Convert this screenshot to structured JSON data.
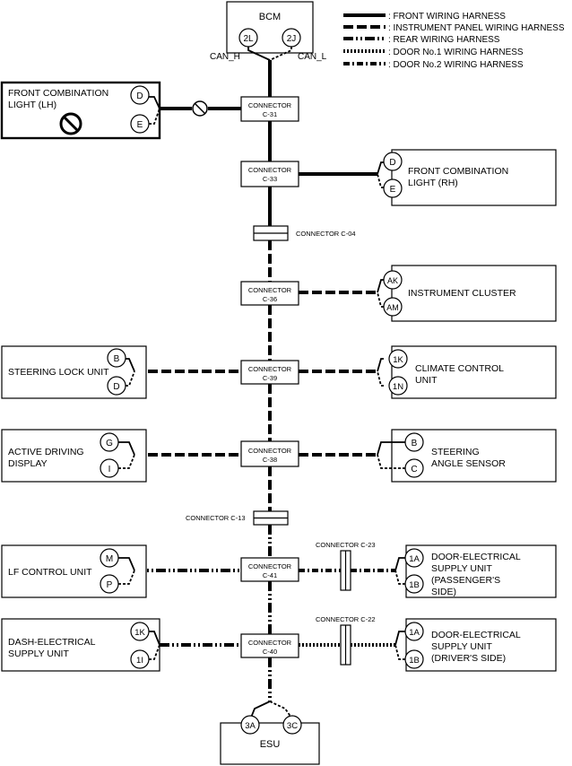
{
  "bcm": {
    "label": "BCM",
    "pin_h": "2L",
    "pin_l": "2J",
    "can_h": "CAN_H",
    "can_l": "CAN_L"
  },
  "legend": [
    ": FRONT WIRING HARNESS",
    ": INSTRUMENT PANEL WIRING HARNESS",
    ": REAR WIRING HARNESS",
    ": DOOR No.1 WIRING HARNESS",
    ": DOOR No.2 WIRING HARNESS"
  ],
  "connector_word": "CONNECTOR",
  "connectors": {
    "c31": "C-31",
    "c33": "C-33",
    "c36": "C-36",
    "c39": "C-39",
    "c38": "C-38",
    "c41": "C-41",
    "c40": "C-40"
  },
  "inline": {
    "c04": "CONNECTOR C-04",
    "c13": "CONNECTOR C-13",
    "c23": "CONNECTOR C-23",
    "c22": "CONNECTOR C-22"
  },
  "units": {
    "front_lh": {
      "l1": "FRONT COMBINATION",
      "l2": "LIGHT (LH)",
      "p1": "D",
      "p2": "E"
    },
    "front_rh": {
      "l1": "FRONT COMBINATION",
      "l2": "LIGHT (RH)",
      "p1": "D",
      "p2": "E"
    },
    "cluster": {
      "l1": "INSTRUMENT CLUSTER",
      "p1": "AK",
      "p2": "AM"
    },
    "steering_lock": {
      "l1": "STEERING LOCK UNIT",
      "p1": "B",
      "p2": "D"
    },
    "climate": {
      "l1": "CLIMATE CONTROL",
      "l2": "UNIT",
      "p1": "1K",
      "p2": "1N"
    },
    "active_display": {
      "l1": "ACTIVE DRIVING",
      "l2": "DISPLAY",
      "p1": "G",
      "p2": "I"
    },
    "steering_angle": {
      "l1": "STEERING",
      "l2": "ANGLE SENSOR",
      "p1": "B",
      "p2": "C"
    },
    "lf_control": {
      "l1": "LF CONTROL UNIT",
      "p1": "M",
      "p2": "P"
    },
    "door_pass": {
      "l1": "DOOR-ELECTRICAL",
      "l2": "SUPPLY UNIT",
      "l3": "(PASSENGER'S",
      "l4": "SIDE)",
      "p1": "1A",
      "p2": "1B"
    },
    "dash_supply": {
      "l1": "DASH-ELECTRICAL",
      "l2": "SUPPLY UNIT",
      "p1": "1K",
      "p2": "1I"
    },
    "door_drv": {
      "l1": "DOOR-ELECTRICAL",
      "l2": "SUPPLY UNIT",
      "l3": "(DRIVER'S SIDE)",
      "p1": "1A",
      "p2": "1B"
    }
  },
  "esu": {
    "label": "ESU",
    "p1": "3A",
    "p2": "3C"
  }
}
